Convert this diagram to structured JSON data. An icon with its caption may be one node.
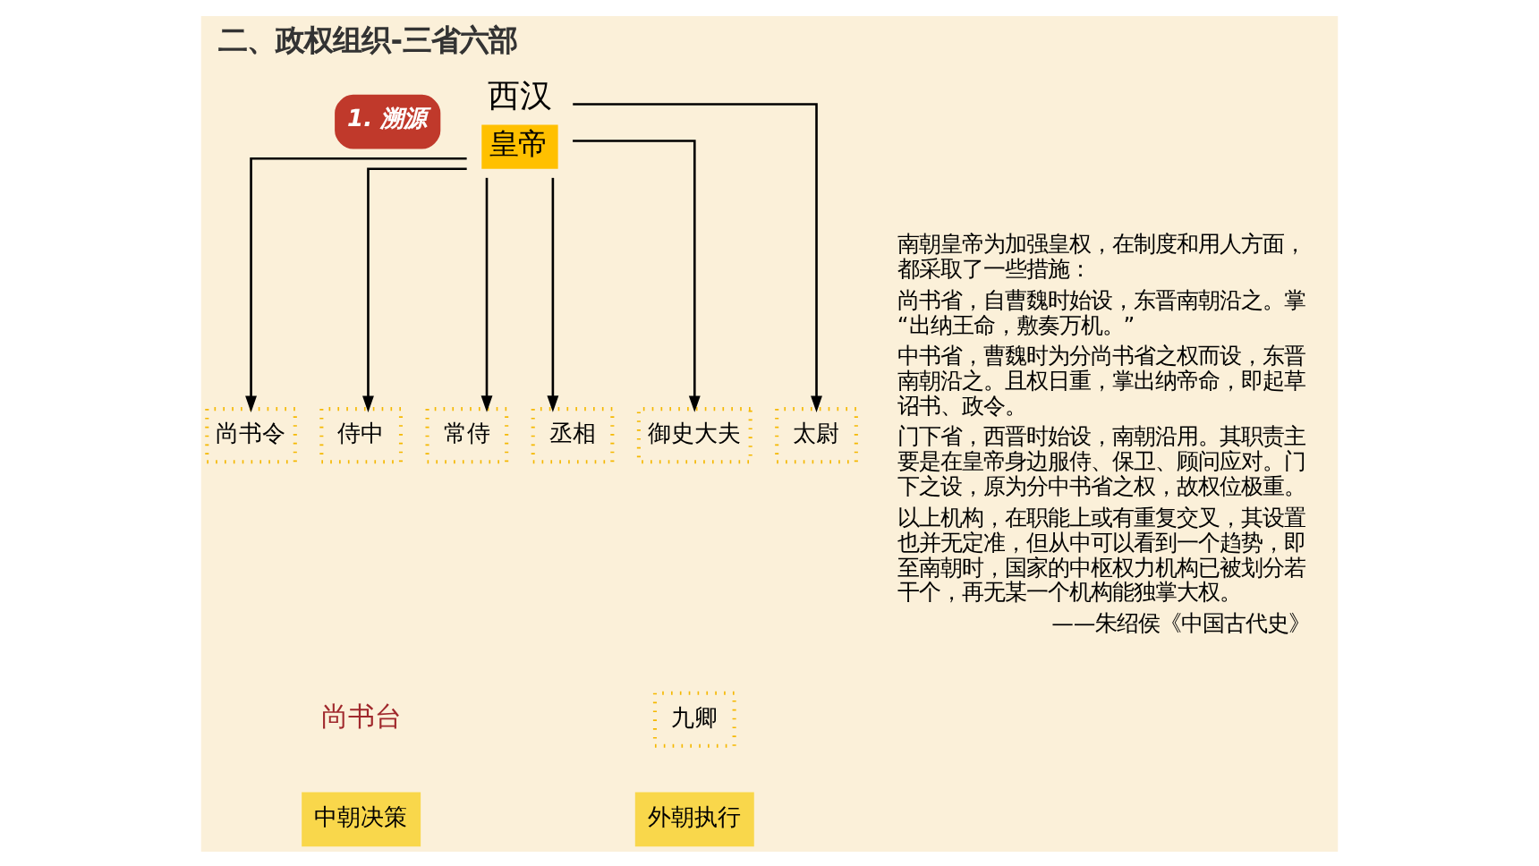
{
  "diagram": {
    "title": "二、政权组织-三省六部",
    "nodes": [
      {
        "text": [
          "1. 溯源"
        ]
      },
      {
        "text": [
          "西汉",
          "皇帝"
        ]
      },
      {
        "text": [
          "尚书令"
        ]
      },
      {
        "text": [
          "侍中"
        ]
      },
      {
        "text": [
          "常侍"
        ]
      },
      {
        "text": [
          "丞相"
        ]
      },
      {
        "text": [
          "御史大夫"
        ]
      },
      {
        "text": [
          "太尉"
        ]
      },
      {
        "text": [
          "九卿"
        ]
      },
      {
        "text": [
          "中朝决策"
        ]
      },
      {
        "text": [
          "外朝执行"
        ]
      }
    ],
    "edges": [
      {
        "from": 1,
        "to": 2,
        "arrow": "to"
      },
      {
        "from": 1,
        "to": 3,
        "arrow": "to"
      },
      {
        "from": 1,
        "to": 4,
        "arrow": "to"
      },
      {
        "from": 1,
        "to": 5,
        "arrow": "to"
      },
      {
        "from": 1,
        "to": 6,
        "arrow": "to"
      },
      {
        "from": 1,
        "to": 7,
        "arrow": "to"
      }
    ],
    "labels": [
      "尚书台",
      "南朝皇帝为加强皇权，在制度和用人方面，都采取了一些措施：",
      "尚书省，自曹魏时始设，东晋南朝沿之。掌“出纳王命，敷奏万机。”",
      "中书省，曹魏时为分尚书省之权而设，东晋南朝沿之。且权日重，掌出纳帝命，即起草诏书、政令。",
      "门下省，西晋时始设，南朝沿用。其职责主要是在皇帝身边服侍、保卫、顾问应对。门下之设，原为分中书省之权，故权位极重。",
      "以上机构，在职能上或有重复交叉，其设置也并无定准，但从中可以看到一个趋势，即至南朝时，国家的中枢权力机构已被划分若干个，再无某一个机构能独掌大权。",
      "——朱绍侯《中国古代史》"
    ]
  }
}
